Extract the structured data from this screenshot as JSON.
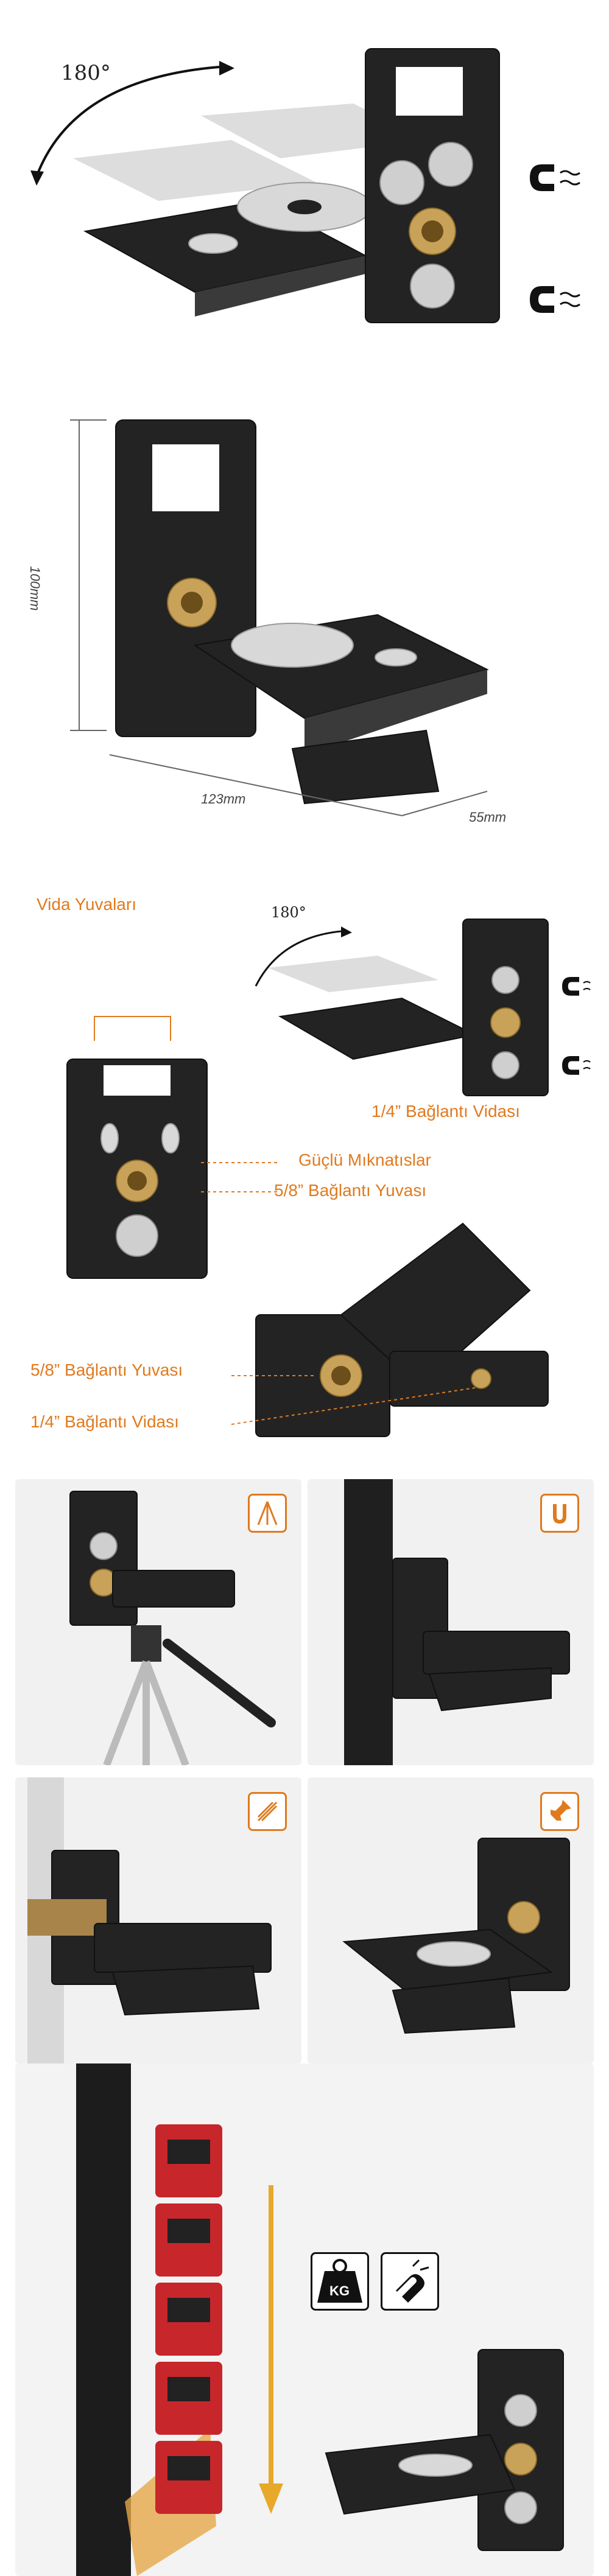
{
  "hero": {
    "rotation_label": "180°"
  },
  "dimensions": {
    "height_label": "100mm",
    "width_label": "123mm",
    "depth_label": "55mm"
  },
  "features": {
    "rotation_label": "180°",
    "screw_slots": "Vida Yuvaları",
    "strong_magnets": "Güçlü Mıknatıslar",
    "mount_58": "5/8” Bağlantı Yuvası",
    "screw_14": "1/4” Bağlantı Vidası"
  },
  "features2": {
    "mount_58": "5/8” Bağlantı Yuvası",
    "screw_14": "1/4” Bağlantı Vidası"
  },
  "weight": {
    "kg_label": "KG"
  },
  "colors": {
    "accent": "#e07a1f",
    "bracket": "#232323",
    "brass": "#c9a25a",
    "background_grey": "#f1f1f1"
  },
  "icons": {
    "magnet": "magnet-icon",
    "tripod": "tripod-icon",
    "strap": "strap-icon",
    "pin": "pin-icon",
    "weight": "weight-icon"
  }
}
